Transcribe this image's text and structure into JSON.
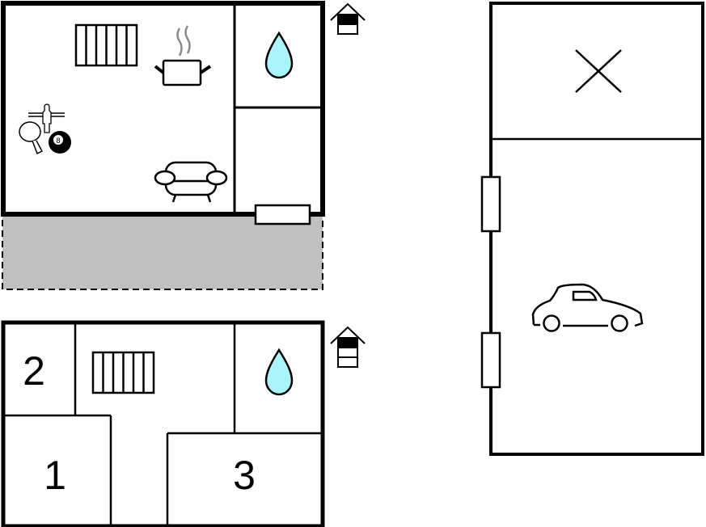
{
  "floor_plan": {
    "rooms": {
      "room_2_label": "2",
      "room_1_label": "1",
      "room_3_label": "3"
    },
    "billiard_ball_label": "8",
    "colors": {
      "water_drop": "#aaf4fb",
      "terrace": "#c0c0c0",
      "steam": "#8a8a8a"
    },
    "icons": [
      "radiator",
      "cooking-pot",
      "water-drop",
      "sofa",
      "games",
      "floor-indicator-house",
      "car",
      "cross"
    ]
  }
}
